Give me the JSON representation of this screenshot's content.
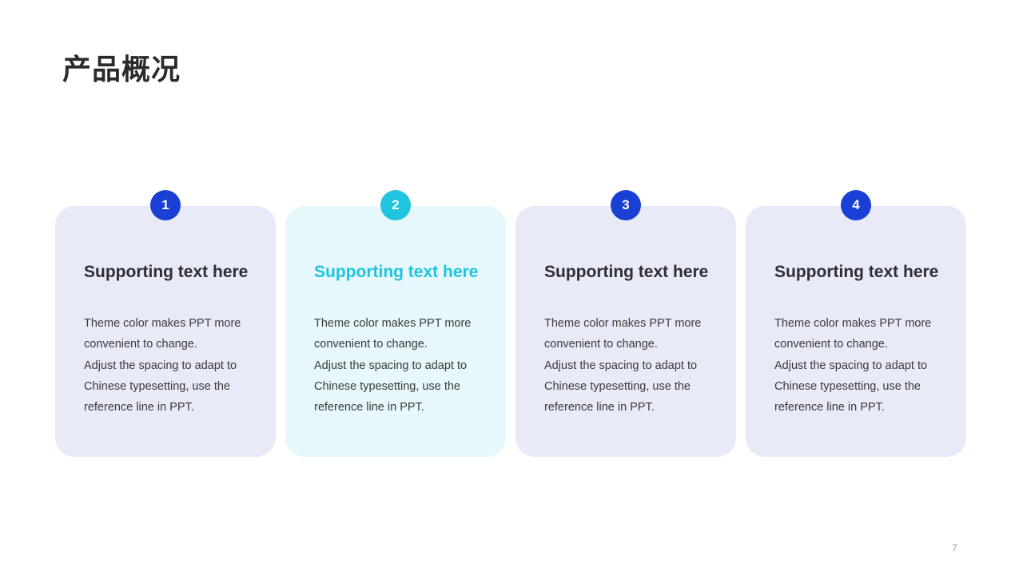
{
  "slide": {
    "title": "产品概况",
    "page_number": "7"
  },
  "colors": {
    "primary": "#1a3fd4",
    "accent": "#1fc4de",
    "card_bg": "#e8eaf8",
    "card_bg_accent": "#e6f8fb"
  },
  "cards": [
    {
      "number": "1",
      "heading": "Supporting text here",
      "body": "Theme color makes PPT more convenient  to change.\nAdjust the spacing to adapt to Chinese  typesetting,  use the reference line in PPT.",
      "highlight": false
    },
    {
      "number": "2",
      "heading": "Supporting text here",
      "body": "Theme color makes PPT more convenient  to change.\nAdjust the spacing to adapt to Chinese  typesetting,  use the reference line in PPT.",
      "highlight": true
    },
    {
      "number": "3",
      "heading": "Supporting text here",
      "body": "Theme color makes PPT more convenient  to change.\nAdjust the spacing to adapt to Chinese  typesetting,  use the reference line in PPT.",
      "highlight": false
    },
    {
      "number": "4",
      "heading": "Supporting text here",
      "body": "Theme color makes PPT more convenient  to change.\nAdjust the spacing to adapt to Chinese  typesetting,  use the reference line in PPT.",
      "highlight": false
    }
  ]
}
